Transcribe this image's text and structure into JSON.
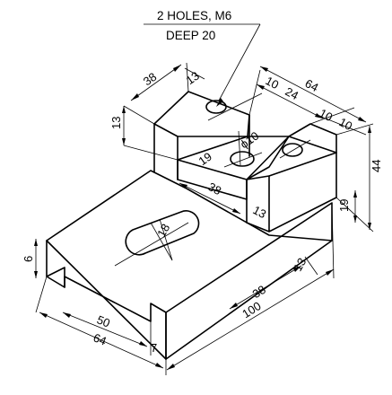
{
  "note": {
    "line1": "2 HOLES, M6",
    "line2": "DEEP  20"
  },
  "dimensions": {
    "d38_top": "38",
    "d13_top": "13",
    "d64_top": "64",
    "d10_a": "10",
    "d24": "24",
    "d10_b": "10",
    "d10_c": "10",
    "d13_left": "13",
    "d19_slot": "19",
    "d_phi10": "ϕ10",
    "d38_mid": "38",
    "d13_mid": "13",
    "d44": "44",
    "d19_right": "19",
    "d18": "18",
    "d6": "6",
    "d13_base": "13",
    "d38_base": "38",
    "d100": "100",
    "d50": "50",
    "d64_base": "64",
    "d7": "7"
  }
}
